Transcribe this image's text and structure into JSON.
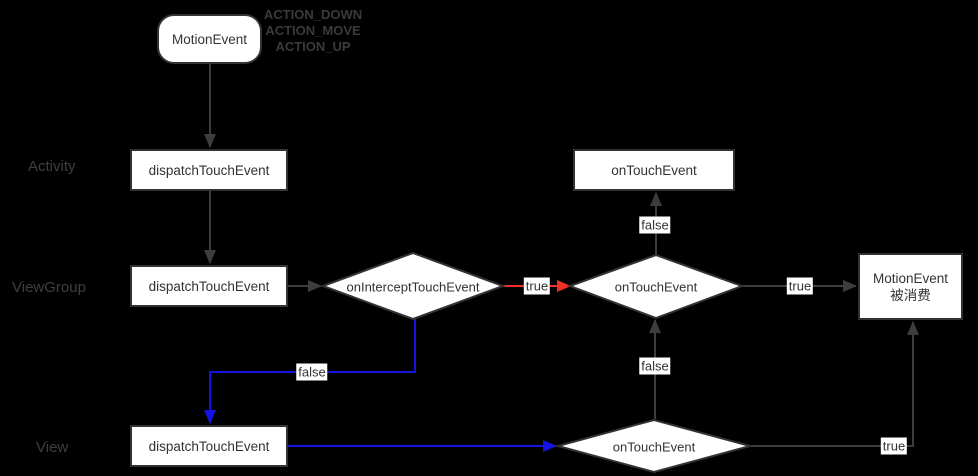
{
  "diagram": {
    "action_title_lines": [
      "ACTION_DOWN",
      "ACTION_MOVE",
      "ACTION_UP"
    ],
    "row_labels": {
      "activity": "Activity",
      "viewgroup": "ViewGroup",
      "view": "View"
    },
    "nodes": {
      "motion_event": "MotionEvent",
      "activity_dispatch_touch_event": "dispatchTouchEvent",
      "activity_on_touch_event": "onTouchEvent",
      "viewgroup_dispatch_touch_event": "dispatchTouchEvent",
      "on_intercept_touch_event": "onInterceptTouchEvent",
      "viewgroup_on_touch_event": "onTouchEvent",
      "consumed_line1": "MotionEvent",
      "consumed_line2": "被消费",
      "view_dispatch_touch_event": "dispatchTouchEvent",
      "view_on_touch_event": "onTouchEvent"
    },
    "edge_labels": {
      "intercept_true": "true",
      "intercept_false": "false",
      "viewgroup_ontouch_true": "true",
      "viewgroup_ontouch_false": "false",
      "view_ontouch_false": "false",
      "view_ontouch_true": "true"
    },
    "colors": {
      "background": "#000000",
      "node_fill": "#ffffff",
      "node_border": "#333333",
      "edge_gray": "#3d3d3d",
      "edge_red": "#ee3124",
      "edge_blue": "#1414e0",
      "row_label_text": "#3f3f3f",
      "action_title_text": "#3a3a3a"
    }
  }
}
